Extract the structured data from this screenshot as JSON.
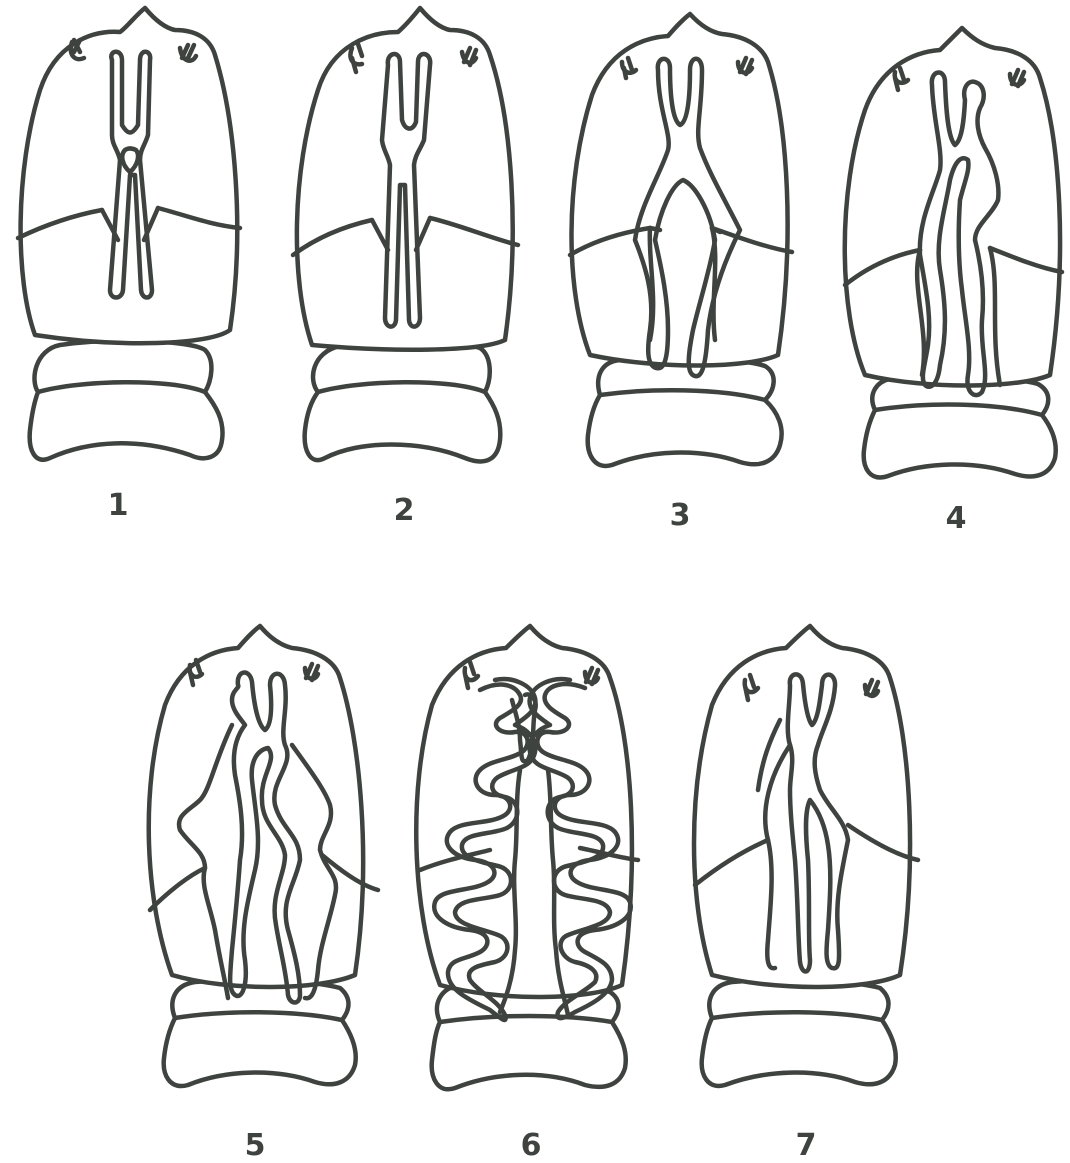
{
  "figures": [
    {
      "label": "1"
    },
    {
      "label": "2"
    },
    {
      "label": "3"
    },
    {
      "label": "4"
    },
    {
      "label": "5"
    },
    {
      "label": "6"
    },
    {
      "label": "7"
    }
  ],
  "line_color": "#3f4340",
  "background_color": "#ffffff"
}
